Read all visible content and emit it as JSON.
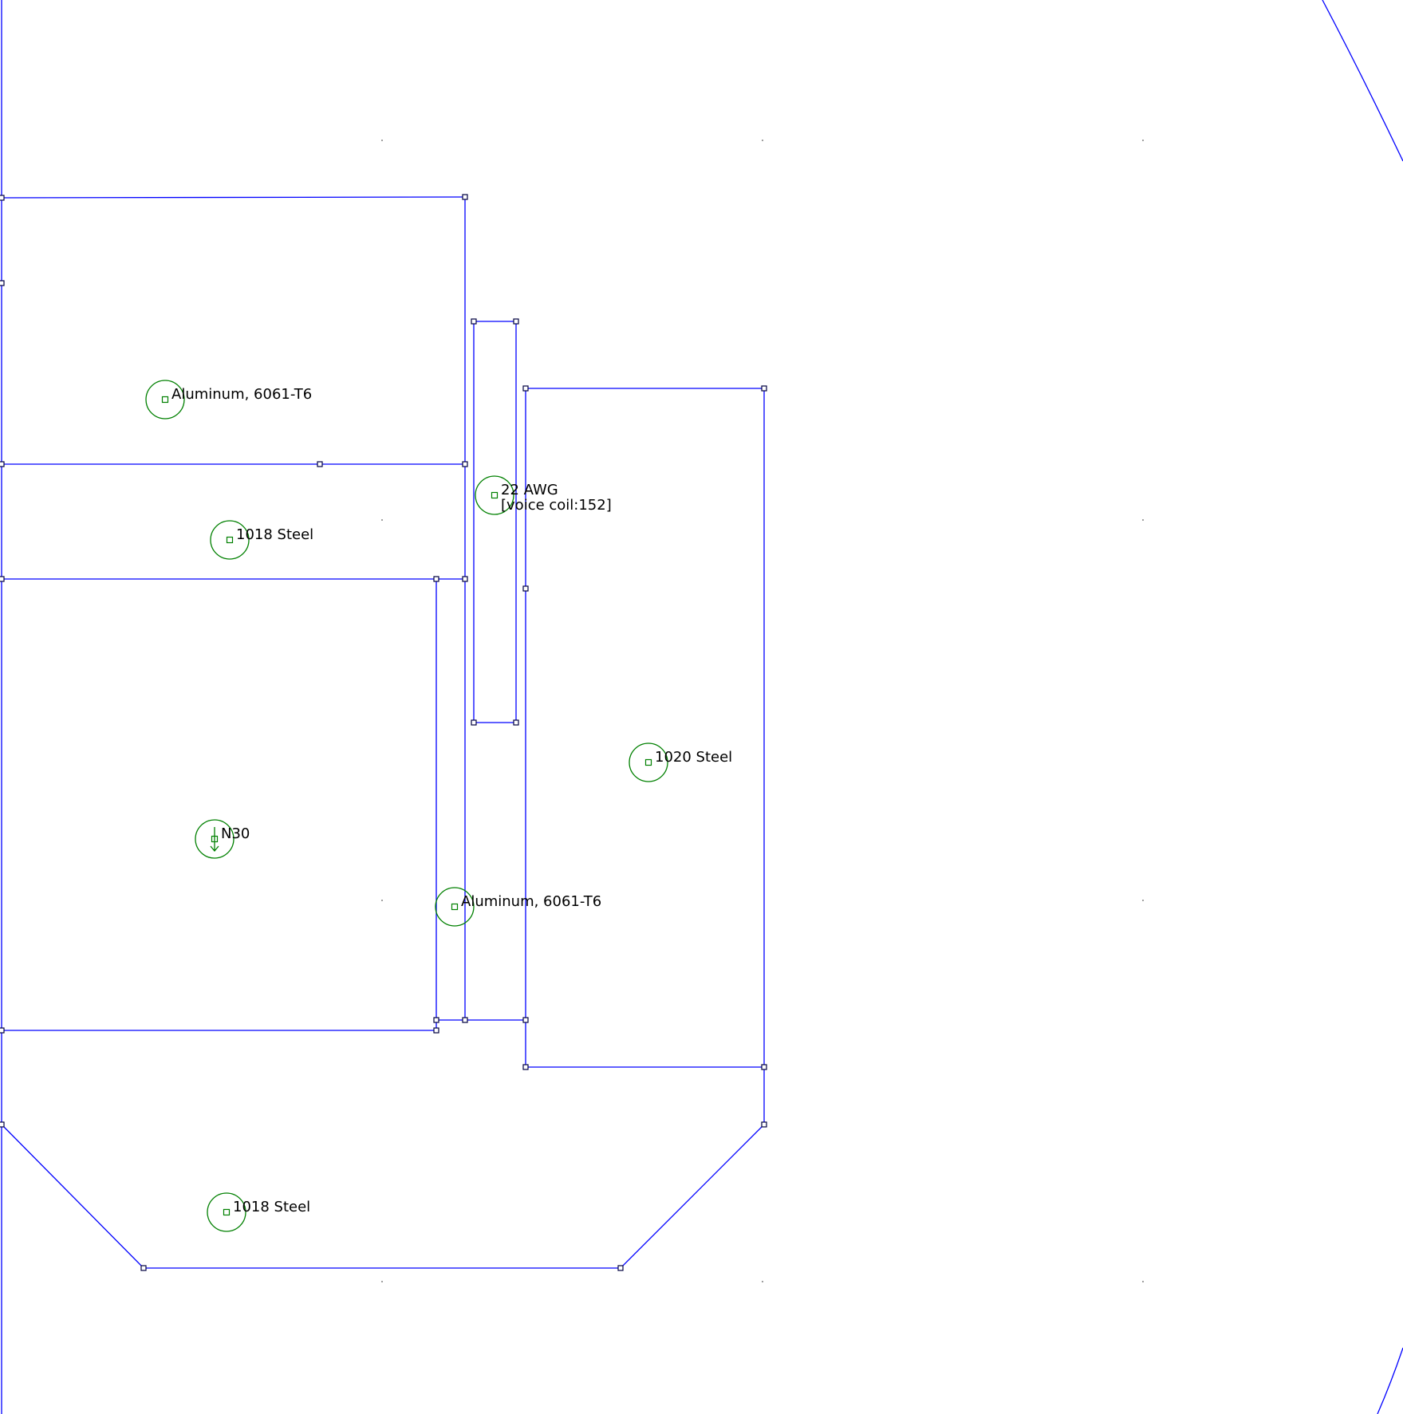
{
  "colors": {
    "segment": "#0000ff",
    "block_label": "#008000",
    "node": "#000040",
    "background": "#ffffff"
  },
  "block_labels": [
    {
      "id": "aluminum-top",
      "lines": [
        "Aluminum, 6061-T6"
      ]
    },
    {
      "id": "steel-1018-upper",
      "lines": [
        "1018 Steel"
      ]
    },
    {
      "id": "voice-coil",
      "lines": [
        "22 AWG",
        "[voice coil:152]"
      ]
    },
    {
      "id": "steel-1020",
      "lines": [
        "1020 Steel"
      ]
    },
    {
      "id": "magnet-n30",
      "lines": [
        "N30"
      ]
    },
    {
      "id": "aluminum-gap",
      "lines": [
        "Aluminum, 6061-T6"
      ]
    },
    {
      "id": "steel-1018-lower",
      "lines": [
        "1018 Steel"
      ]
    }
  ]
}
